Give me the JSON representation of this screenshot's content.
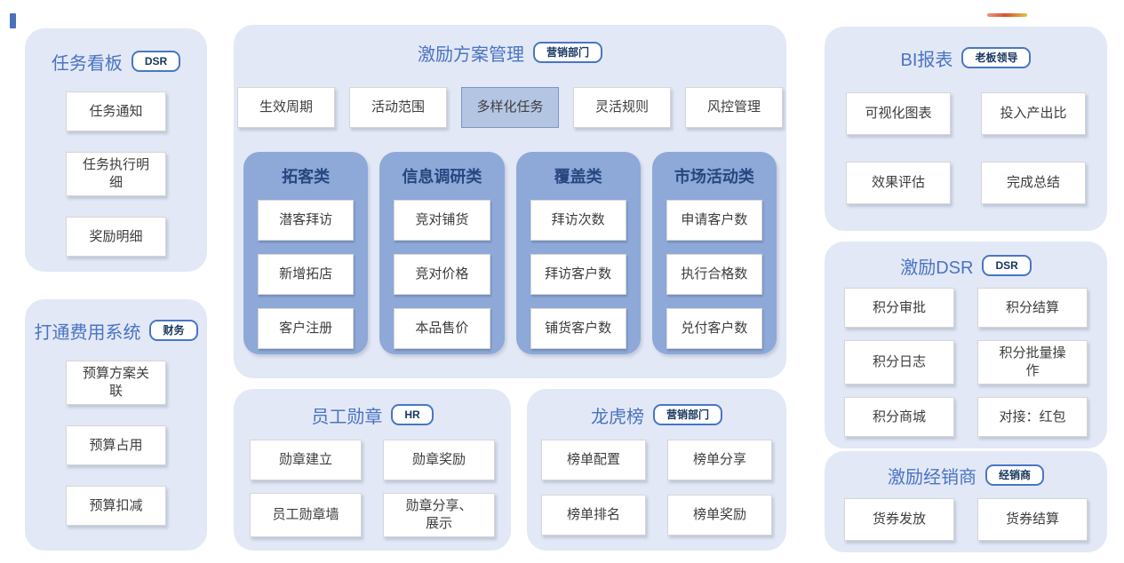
{
  "colors": {
    "panel_bg": "#e2e8f5",
    "group_bg": "#8ea9d8",
    "panel_title": "#4a74c4",
    "group_title": "#26477f",
    "badge_border": "#4876c5",
    "badge_text": "#17365d",
    "card_text": "#3d3d3d",
    "active_tab_bg": "#b4c5e4",
    "cursor_bar": "#4a72b8",
    "accent_line_start": "#d85033",
    "accent_line_end": "#e5c24b"
  },
  "panels": {
    "task_board": {
      "title": "任务看板",
      "badge": "DSR",
      "items": [
        "任务通知",
        "任务执行明细",
        "奖励明细"
      ]
    },
    "expense": {
      "title": "打通费用系统",
      "badge": "财务",
      "items": [
        "预算方案关联",
        "预算占用",
        "预算扣减"
      ]
    },
    "incentive": {
      "title": "激励方案管理",
      "badge": "营销部门",
      "tabs": [
        {
          "label": "生效周期",
          "active": false
        },
        {
          "label": "活动范围",
          "active": false
        },
        {
          "label": "多样化任务",
          "active": true
        },
        {
          "label": "灵活规则",
          "active": false
        },
        {
          "label": "风控管理",
          "active": false
        }
      ],
      "groups": [
        {
          "title": "拓客类",
          "items": [
            "潜客拜访",
            "新增拓店",
            "客户注册"
          ]
        },
        {
          "title": "信息调研类",
          "items": [
            "竞对铺货",
            "竞对价格",
            "本品售价"
          ]
        },
        {
          "title": "覆盖类",
          "items": [
            "拜访次数",
            "拜访客户数",
            "铺货客户数"
          ]
        },
        {
          "title": "市场活动类",
          "items": [
            "申请客户数",
            "执行合格数",
            "兑付客户数"
          ]
        }
      ]
    },
    "badges": {
      "title": "员工勋章",
      "badge": "HR",
      "items": [
        "勋章建立",
        "勋章奖励",
        "员工勋章墙",
        "勋章分享、展示"
      ]
    },
    "leaderboard": {
      "title": "龙虎榜",
      "badge": "营销部门",
      "items": [
        "榜单配置",
        "榜单分享",
        "榜单排名",
        "榜单奖励"
      ]
    },
    "bi": {
      "title": "BI报表",
      "badge": "老板领导",
      "items": [
        "可视化图表",
        "投入产出比",
        "效果评估",
        "完成总结"
      ]
    },
    "dsr": {
      "title": "激励DSR",
      "badge": "DSR",
      "items": [
        "积分审批",
        "积分结算",
        "积分日志",
        "积分批量操作",
        "积分商城",
        "对接：红包"
      ]
    },
    "dealer": {
      "title": "激励经销商",
      "badge": "经销商",
      "items": [
        "货券发放",
        "货券结算"
      ]
    }
  }
}
